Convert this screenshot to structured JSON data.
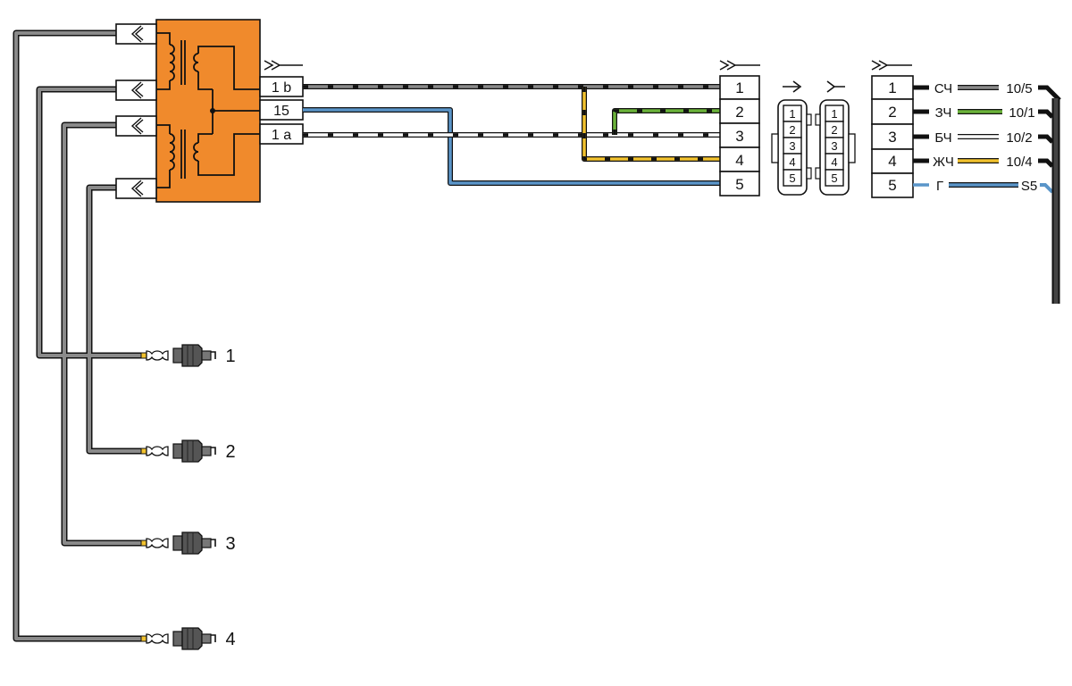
{
  "ignition_coil": {
    "pins": [
      "1 b",
      "15",
      "1 a"
    ]
  },
  "connector_a": {
    "pins": [
      "1",
      "2",
      "3",
      "4",
      "5"
    ]
  },
  "connector_plug_male": {
    "pins": [
      "1",
      "2",
      "3",
      "4",
      "5"
    ]
  },
  "connector_plug_female": {
    "pins": [
      "1",
      "2",
      "3",
      "4",
      "5"
    ]
  },
  "connector_b": {
    "pins": [
      "1",
      "2",
      "3",
      "4",
      "5"
    ]
  },
  "wire_colors": [
    "СЧ",
    "ЗЧ",
    "БЧ",
    "ЖЧ",
    "Г"
  ],
  "wire_destinations": [
    "10/5",
    "10/1",
    "10/2",
    "10/4",
    "S5"
  ],
  "spark_plugs": [
    "1",
    "2",
    "3",
    "4"
  ],
  "colors": {
    "coil_body": "#f08a2c",
    "gray_wire": "#8a8a8a",
    "blue_wire": "#5a95c9",
    "green_wire": "#6bb33a",
    "yellow_wire": "#f2c22e",
    "white_wire": "#ffffff",
    "black": "#111111"
  }
}
